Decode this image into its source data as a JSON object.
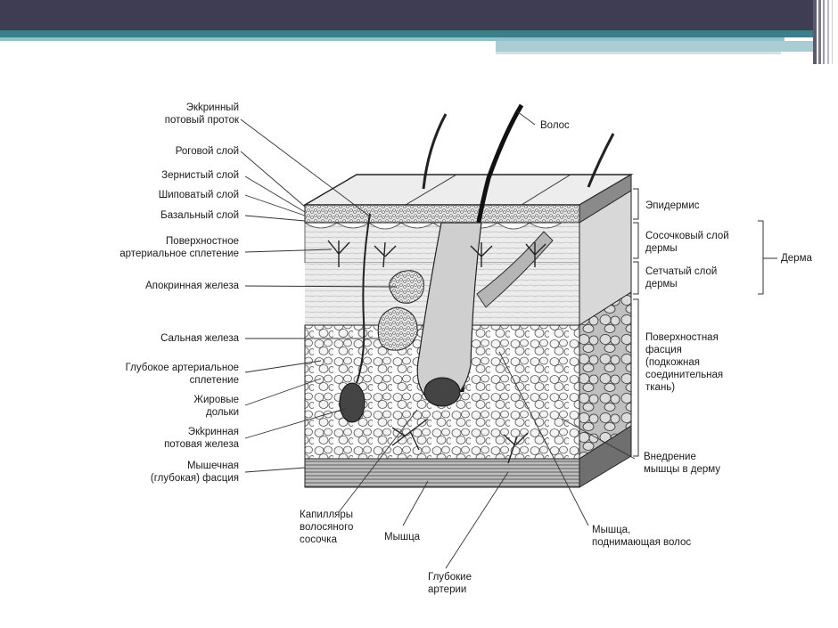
{
  "colors": {
    "header": "#3f3d54",
    "teal": "#3d7f88",
    "light_teal": "#8fc3c9"
  },
  "labels": {
    "eccrine_duct": "Экkринный\nпотовый проток",
    "stratum_corneum": "Роговой слой",
    "stratum_granulosum": "Зернистый слой",
    "stratum_spinosum": "Шиповатый слой",
    "stratum_basale": "Базальный слой",
    "superficial_plexus": "Поверхностное\nартериальное сплетение",
    "apocrine_gland": "Апокринная железа",
    "sebaceous_gland": "Сальная железа",
    "deep_plexus": "Глубокое артериальное\nсплетение",
    "fat_lobules": "Жировые\nдольки",
    "eccrine_gland": "Экkринная\nпотовая железа",
    "muscle_fascia": "Мышечная\n(глубокая) фасция",
    "hair": "Волос",
    "epidermis": "Эпидермис",
    "papillary_dermis": "Сосочковый слой\nдермы",
    "reticular_dermis": "Сетчатый слой\nдермы",
    "dermis": "Дерма",
    "superficial_fascia": "Поверхностная\nфасция\n(подкожная\nсоединительная\nткань)",
    "muscle_insertion": "Внедрение\nмышцы в дерму",
    "papilla_capillaries": "Капилляры\nволосяного\nсосочка",
    "muscle": "Мышца",
    "arrector_muscle": "Мышца,\nподнимающая волос",
    "deep_arteries": "Глубокие\nартерии"
  }
}
